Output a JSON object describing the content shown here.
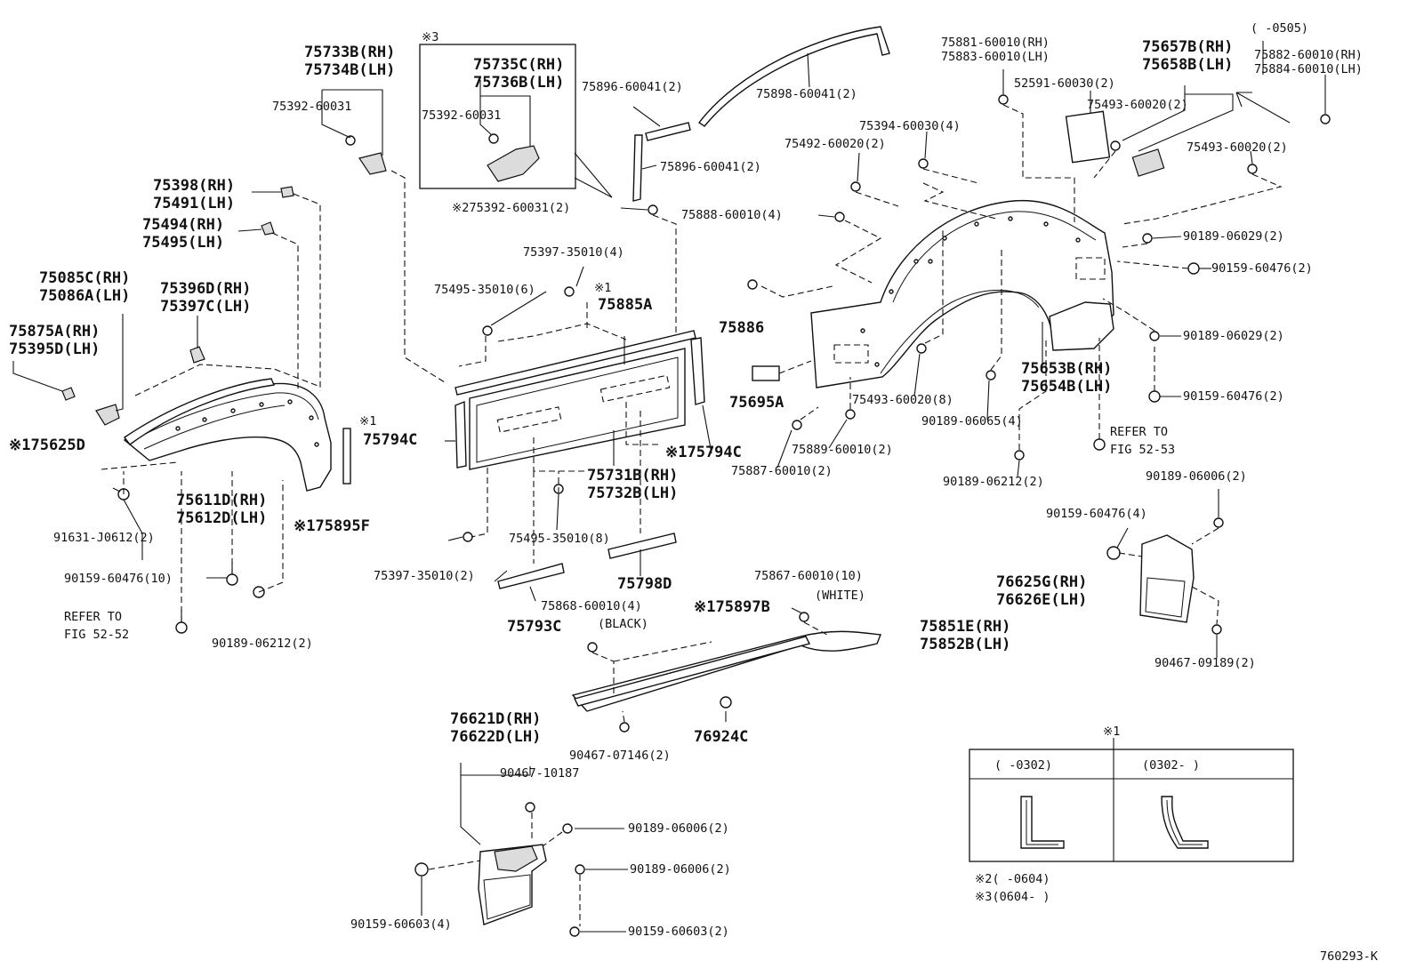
{
  "labels": {
    "l_75733b": "75733B(RH)",
    "l_75734b": "75734B(LH)",
    "l_75392_a": "75392-60031",
    "l_ref3": "※3",
    "l_75735c": "75735C(RH)",
    "l_75736b": "75736B(LH)",
    "l_75392_b": "75392-60031",
    "l_75896_a": "75896-60041(2)",
    "l_75898": "75898-60041(2)",
    "l_75896_b": "75896-60041(2)",
    "l_75392_c": "※275392-60031(2)",
    "l_75398": "75398(RH)",
    "l_75491": "75491(LH)",
    "l_75494": "75494(RH)",
    "l_75495": "75495(LH)",
    "l_75085c": "75085C(RH)",
    "l_75086a": "75086A(LH)",
    "l_75396d": "75396D(RH)",
    "l_75397c": "75397C(LH)",
    "l_75875a": "75875A(RH)",
    "l_75395d": "75395D(LH)",
    "l_75625d": "※175625D",
    "l_75611d": "75611D(RH)",
    "l_75612d": "75612D(LH)",
    "l_75895f": "※175895F",
    "l_91631": "91631-J0612(2)",
    "l_90159_10": "90159-60476(10)",
    "l_refer52_52a": "REFER TO",
    "l_refer52_52b": "FIG 52-52",
    "l_90189_06212a": "90189-06212(2)",
    "l_75397_35010a": "75397-35010(4)",
    "l_75495_35010a": "75495-35010(6)",
    "l_ref1a": "※1",
    "l_75885a": "75885A",
    "l_ref1b": "※1",
    "l_75794c": "75794C",
    "l_75794c_r": "※175794C",
    "l_75731b": "75731B(RH)",
    "l_75732b": "75732B(LH)",
    "l_75495_35010b": "75495-35010(8)",
    "l_75397_35010b": "75397-35010(2)",
    "l_75798d": "75798D",
    "l_75868": "75868-60010(4)",
    "l_black": "(BLACK)",
    "l_75793c": "75793C",
    "l_75897b": "※175897B",
    "l_75867": "75867-60010(10)",
    "l_white": "(WHITE)",
    "l_75851e": "75851E(RH)",
    "l_75852b": "75852B(LH)",
    "l_90467_07146": "90467-07146(2)",
    "l_76924c": "76924C",
    "l_76621d": "76621D(RH)",
    "l_76622d": "76622D(LH)",
    "l_90467_10187": "90467-10187",
    "l_90189_06006a": "90189-06006(2)",
    "l_90189_06006b": "90189-06006(2)",
    "l_90159_60603a": "90159-60603(4)",
    "l_90159_60603b": "90159-60603(2)",
    "l_75881": "75881-60010(RH)",
    "l_75883": "75883-60010(LH)",
    "l_0505": "(    -0505)",
    "l_75657b": "75657B(RH)",
    "l_75658b": "75658B(LH)",
    "l_75882": "75882-60010(RH)",
    "l_75884": "75884-60010(LH)",
    "l_52591": "52591-60030(2)",
    "l_75493_a": "75493-60020(2)",
    "l_75394": "75394-60030(4)",
    "l_75492": "75492-60020(2)",
    "l_75493_b": "75493-60020(2)",
    "l_75888": "75888-60010(4)",
    "l_90189_06029a": "90189-06029(2)",
    "l_90159_60476a": "90159-60476(2)",
    "l_75886": "75886",
    "l_90189_06029b": "90189-06029(2)",
    "l_75695a": "75695A",
    "l_75653b": "75653B(RH)",
    "l_75654b": "75654B(LH)",
    "l_90159_60476b": "90159-60476(2)",
    "l_75493_c": "75493-60020(8)",
    "l_90189_06065": "90189-06065(4)",
    "l_refer52_53a": "REFER TO",
    "l_refer52_53b": "FIG 52-53",
    "l_75889": "75889-60010(2)",
    "l_75887": "75887-60010(2)",
    "l_90189_06212b": "90189-06212(2)",
    "l_90189_06006c": "90189-06006(2)",
    "l_90159_60476c": "90159-60476(4)",
    "l_76625g": "76625G(RH)",
    "l_76626e": "76626E(LH)",
    "l_90467_09189": "90467-09189(2)"
  },
  "table": {
    "ref": "※1",
    "col1": "(      -0302)",
    "col2": "(0302-      )"
  },
  "footnotes": {
    "n2": "※2(       -0604)",
    "n3": "※3(0604-       )"
  },
  "figure_code": "760293-K"
}
